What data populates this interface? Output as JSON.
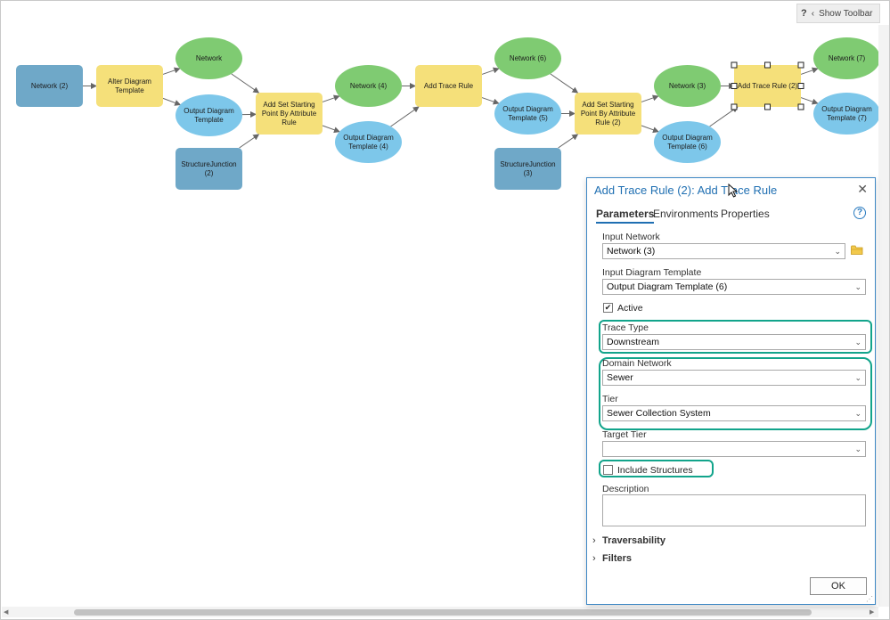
{
  "toolbar": {
    "help_glyph": "?",
    "show_toolbar_label": "Show Toolbar",
    "chevron_glyph": "‹"
  },
  "diagram": {
    "nodes": [
      {
        "id": "network2",
        "label": "Network (2)",
        "kind": "data"
      },
      {
        "id": "alter",
        "label": "Alter Diagram Template",
        "kind": "tool"
      },
      {
        "id": "network",
        "label": "Network",
        "kind": "output"
      },
      {
        "id": "odt1",
        "label": "Output Diagram Template",
        "kind": "output-blue"
      },
      {
        "id": "sj2",
        "label": "StructureJunction (2)",
        "kind": "data"
      },
      {
        "id": "addset1",
        "label": "Add Set Starting Point By Attribute Rule",
        "kind": "tool"
      },
      {
        "id": "network4",
        "label": "Network (4)",
        "kind": "output"
      },
      {
        "id": "odt4",
        "label": "Output Diagram Template (4)",
        "kind": "output-blue"
      },
      {
        "id": "trace1",
        "label": "Add Trace Rule",
        "kind": "tool"
      },
      {
        "id": "network6",
        "label": "Network (6)",
        "kind": "output"
      },
      {
        "id": "odt5",
        "label": "Output Diagram Template (5)",
        "kind": "output-blue"
      },
      {
        "id": "sj3",
        "label": "StructureJunction (3)",
        "kind": "data"
      },
      {
        "id": "addset2",
        "label": "Add Set Starting Point By Attribute Rule (2)",
        "kind": "tool"
      },
      {
        "id": "network3",
        "label": "Network (3)",
        "kind": "output"
      },
      {
        "id": "odt6",
        "label": "Output Diagram Template (6)",
        "kind": "output-blue"
      },
      {
        "id": "trace2",
        "label": "Add Trace Rule (2)",
        "kind": "tool-selected"
      },
      {
        "id": "network7",
        "label": "Network (7)",
        "kind": "output"
      },
      {
        "id": "odt7",
        "label": "Output Diagram Template (7)",
        "kind": "output-blue"
      }
    ],
    "edges": [
      [
        "network2",
        "alter"
      ],
      [
        "alter",
        "network"
      ],
      [
        "alter",
        "odt1"
      ],
      [
        "network",
        "addset1"
      ],
      [
        "odt1",
        "addset1"
      ],
      [
        "sj2",
        "addset1"
      ],
      [
        "addset1",
        "network4"
      ],
      [
        "addset1",
        "odt4"
      ],
      [
        "network4",
        "trace1"
      ],
      [
        "odt4",
        "trace1"
      ],
      [
        "trace1",
        "network6"
      ],
      [
        "trace1",
        "odt5"
      ],
      [
        "network6",
        "addset2"
      ],
      [
        "odt5",
        "addset2"
      ],
      [
        "sj3",
        "addset2"
      ],
      [
        "addset2",
        "network3"
      ],
      [
        "addset2",
        "odt6"
      ],
      [
        "network3",
        "trace2"
      ],
      [
        "odt6",
        "trace2"
      ],
      [
        "trace2",
        "network7"
      ],
      [
        "trace2",
        "odt7"
      ]
    ],
    "colors": {
      "data": "#6fa8c8",
      "tool": "#f5e07a",
      "output": "#7fcb72",
      "output_blue": "#7dc7ea",
      "edge": "#666666"
    }
  },
  "dialog": {
    "title": "Add Trace Rule (2): Add Trace Rule",
    "close_glyph": "✕",
    "tabs": [
      "Parameters",
      "Environments",
      "Properties"
    ],
    "help_glyph": "?",
    "input_network": {
      "label": "Input Network",
      "value": "Network (3)"
    },
    "input_diagram_template": {
      "label": "Input Diagram Template",
      "value": "Output Diagram Template (6)"
    },
    "active": {
      "label": "Active",
      "checked": true,
      "check_glyph": "✔"
    },
    "trace_type": {
      "label": "Trace Type",
      "value": "Downstream"
    },
    "domain_network": {
      "label": "Domain Network",
      "value": "Sewer"
    },
    "tier": {
      "label": "Tier",
      "value": "Sewer Collection System"
    },
    "target_tier": {
      "label": "Target Tier",
      "value": ""
    },
    "include_structures": {
      "label": "Include Structures",
      "checked": false
    },
    "description_label": "Description",
    "sections": [
      "Traversability",
      "Filters"
    ],
    "ok_label": "OK",
    "highlight_color": "#12a48b",
    "chevron_glyph": "⌄",
    "section_arrow_glyph": "›",
    "grip_glyph": "⋰"
  }
}
